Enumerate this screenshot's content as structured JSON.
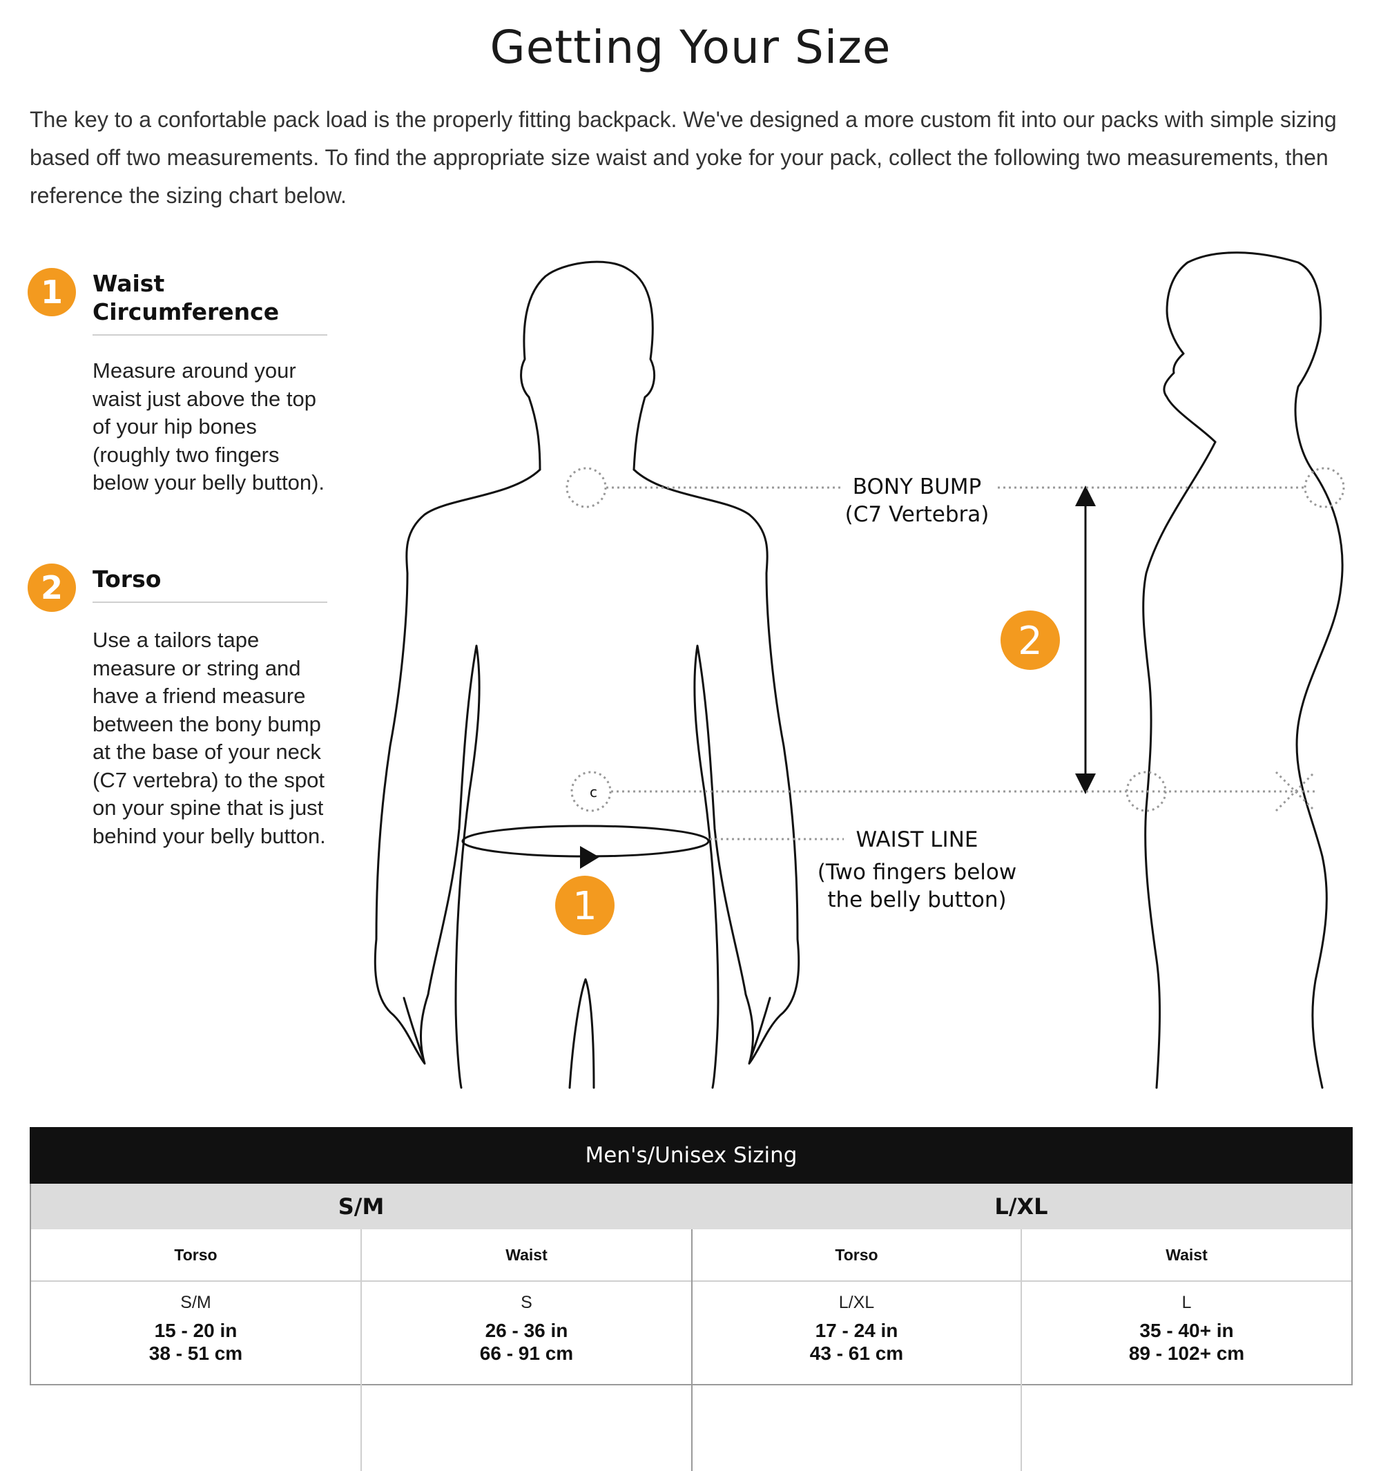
{
  "page": {
    "title": "Getting Your Size",
    "intro": "The key to a confortable pack load is the properly fitting backpack. We've designed a more custom fit into our packs with simple sizing based off two measurements. To find the appropriate size waist and yoke for your pack, collect the following two measurements, then reference the sizing chart below."
  },
  "steps": [
    {
      "number": "1",
      "title": "Waist Circumference",
      "body": "Measure around your waist just above the top of your hip bones (roughly two fingers below your belly button)."
    },
    {
      "number": "2",
      "title": "Torso",
      "body": "Use a tailors tape measure or string and have a friend measure between the bony bump at the base of your neck (C7 vertebra) to the spot on your spine that is just behind your belly button."
    }
  ],
  "figure": {
    "bony_bump_line1": "BONY BUMP",
    "bony_bump_line2": "(C7 Vertebra)",
    "waist_line_line1": "WAIST LINE",
    "waist_line_line2": "(Two fingers below",
    "waist_line_line3": "the belly button)",
    "marker_1": "1",
    "marker_2": "2"
  },
  "sizing_table": {
    "title": "Men's/Unisex Sizing",
    "groups": [
      {
        "name": "S/M",
        "columns": [
          {
            "header": "Torso",
            "size": "S/M",
            "imperial": "15 - 20 in",
            "metric": "38 - 51 cm"
          },
          {
            "header": "Waist",
            "size": "S",
            "imperial": "26 - 36 in",
            "metric": "66 - 91 cm"
          }
        ]
      },
      {
        "name": "L/XL",
        "columns": [
          {
            "header": "Torso",
            "size": "L/XL",
            "imperial": "17 - 24 in",
            "metric": "43 - 61 cm"
          },
          {
            "header": "Waist",
            "size": "L",
            "imperial": "35 - 40+ in",
            "metric": "89 - 102+ cm"
          }
        ]
      }
    ]
  },
  "colors": {
    "accent": "#f39a1f",
    "table_header_bg": "#111111",
    "group_bg": "#dcdcdc"
  },
  "icons": {
    "step_badge": "numbered-circle-icon",
    "arrow": "double-arrow-icon"
  }
}
